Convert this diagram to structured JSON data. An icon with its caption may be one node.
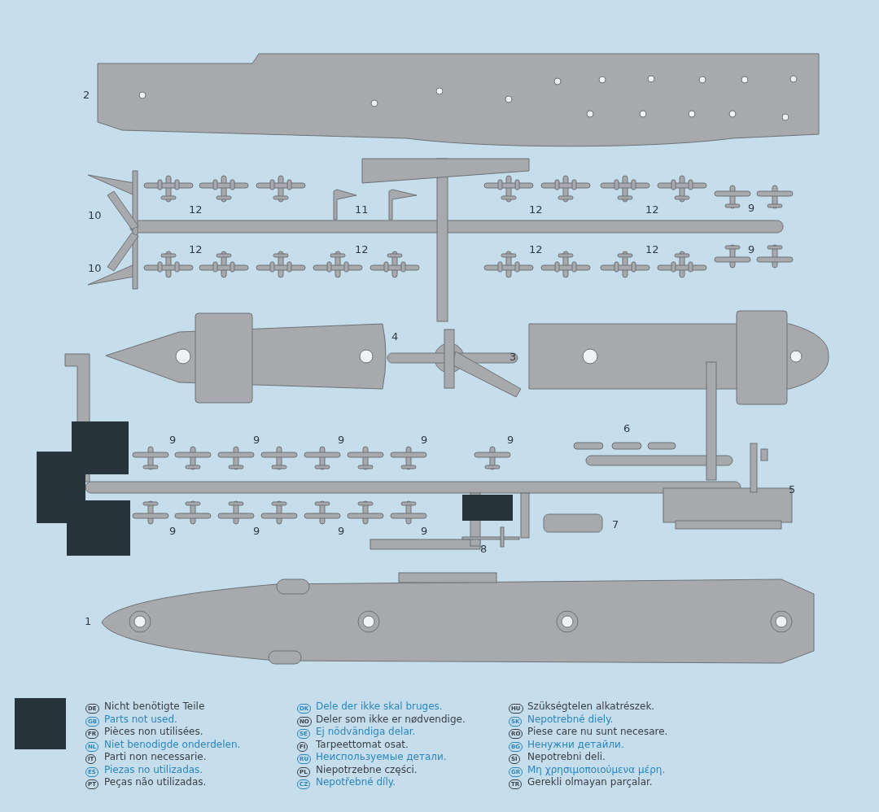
{
  "diagram": {
    "labels": [
      "2",
      "10",
      "12",
      "11",
      "12",
      "12",
      "9",
      "10",
      "12",
      "12",
      "12",
      "12",
      "9",
      "4",
      "3",
      "9",
      "9",
      "9",
      "9",
      "9",
      "6",
      "5",
      "9",
      "9",
      "9",
      "9",
      "7",
      "8",
      "1",
      "DE",
      "GB",
      "FR",
      "NL",
      "IT",
      "ES",
      "PT",
      "DK",
      "NO",
      "SE",
      "FI",
      "RU",
      "PL",
      "CZ",
      "HU",
      "SK",
      "RO",
      "BG",
      "SI",
      "GR",
      "TR"
    ],
    "legend": [
      {
        "text": "Nicht benötigte Teile",
        "color": "#27343b"
      },
      {
        "text": "Parts not used."
      },
      {
        "text": "Pièces non utilisées."
      },
      {
        "text": "Niet benodigde onderdelen."
      },
      {
        "text": "Parti non necessarie."
      },
      {
        "text": "Piezas no utilizadas."
      },
      {
        "text": "Peças não utilizadas."
      },
      {
        "text": "Dele der ikke skal bruges."
      },
      {
        "text": "Deler som ikke er nødvendige."
      },
      {
        "text": "Ej nödvändiga delar."
      },
      {
        "text": "Tarpeettomat osat."
      },
      {
        "text": "Неиспользуемые детали."
      },
      {
        "text": "Niepotrzebne części."
      },
      {
        "text": "Nepotřebné díly."
      },
      {
        "text": "Szükségtelen alkatrészek."
      },
      {
        "text": "Nepotrebné diely."
      },
      {
        "text": "Piese care nu sunt necesare."
      },
      {
        "text": "Ненужни детайли."
      },
      {
        "text": "Nepotrebni deli."
      },
      {
        "text": "Μη χρησιμοποιούμενα μέρη."
      },
      {
        "text": "Gerekli olmayan parçalar."
      }
    ]
  }
}
